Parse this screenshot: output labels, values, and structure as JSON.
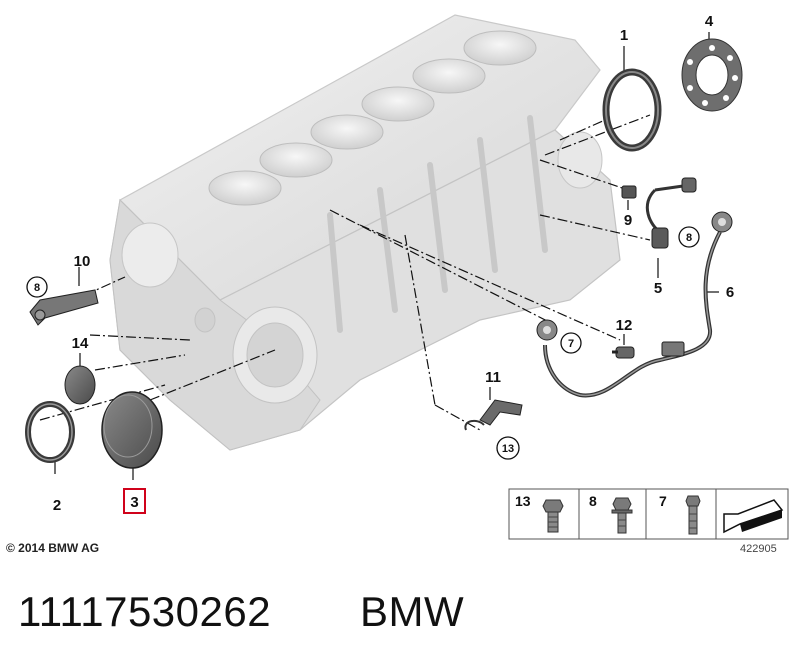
{
  "callouts": {
    "c1": "1",
    "c2": "2",
    "c3": "3",
    "c4": "4",
    "c5": "5",
    "c6": "6",
    "c7": "7",
    "c8a": "8",
    "c8b": "8",
    "c9": "9",
    "c10": "10",
    "c11": "11",
    "c12": "12",
    "c13": "13",
    "c14": "14"
  },
  "legend": {
    "items": [
      "13",
      "8",
      "7"
    ]
  },
  "highlight_color": "#d0021b",
  "copyright": "© 2014 BMW AG",
  "diagram_id": "422905",
  "part_number": "11117530262",
  "brand": "BMW"
}
